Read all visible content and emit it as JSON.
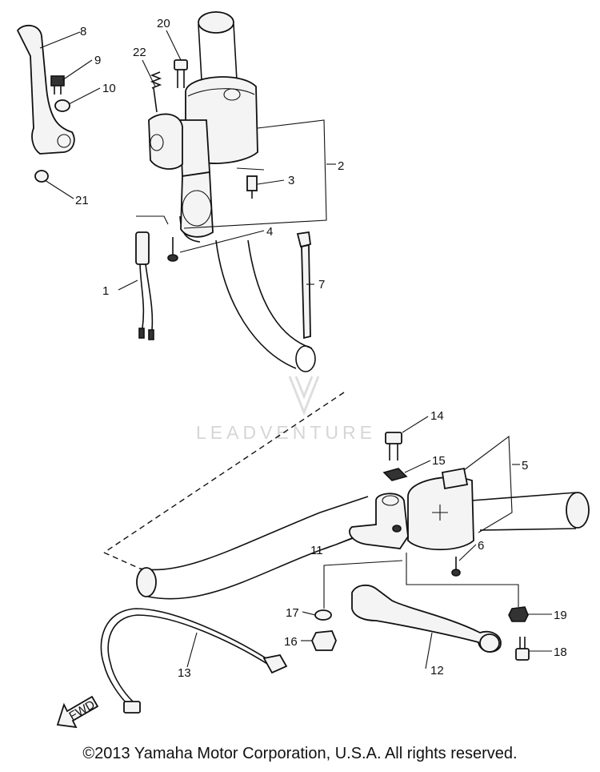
{
  "watermark": {
    "text": "LEADVENTURE"
  },
  "direction_arrow": {
    "text": "FWD"
  },
  "copyright": "©2013 Yamaha Motor Corporation, U.S.A. All rights reserved.",
  "callouts": [
    {
      "id": "1",
      "text": "1"
    },
    {
      "id": "2",
      "text": "2"
    },
    {
      "id": "3",
      "text": "3"
    },
    {
      "id": "4",
      "text": "4"
    },
    {
      "id": "5",
      "text": "5"
    },
    {
      "id": "6",
      "text": "6"
    },
    {
      "id": "7",
      "text": "7"
    },
    {
      "id": "8",
      "text": "8"
    },
    {
      "id": "9",
      "text": "9"
    },
    {
      "id": "10",
      "text": "10"
    },
    {
      "id": "11",
      "text": "11"
    },
    {
      "id": "12",
      "text": "12"
    },
    {
      "id": "13",
      "text": "13"
    },
    {
      "id": "14",
      "text": "14"
    },
    {
      "id": "15",
      "text": "15"
    },
    {
      "id": "16",
      "text": "16"
    },
    {
      "id": "17",
      "text": "17"
    },
    {
      "id": "18",
      "text": "18"
    },
    {
      "id": "19",
      "text": "19"
    },
    {
      "id": "20",
      "text": "20"
    },
    {
      "id": "21",
      "text": "21"
    },
    {
      "id": "22",
      "text": "22"
    }
  ]
}
